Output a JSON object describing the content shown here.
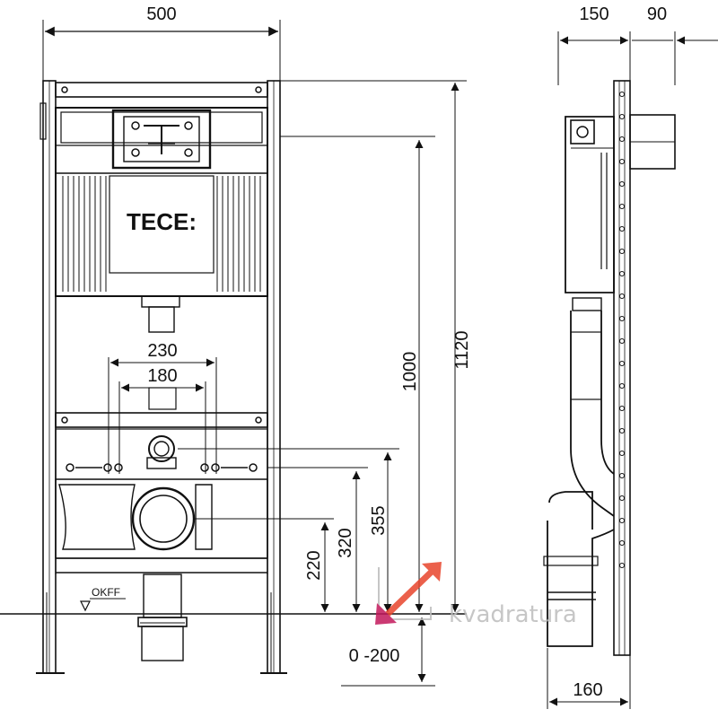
{
  "brand": {
    "name": "TECE:"
  },
  "dimensions": {
    "frame_width": "500",
    "side_depth_150": "150",
    "side_depth_90": "90",
    "side_bottom_160": "160",
    "height_1120": "1120",
    "height_1000": "1000",
    "height_355": "355",
    "height_320": "320",
    "height_220": "220",
    "adjust_range": "0 -200",
    "spacing_230": "230",
    "spacing_180": "180"
  },
  "floor_label": "OKFF",
  "watermark": {
    "text": "kvadratura"
  },
  "colors": {
    "line": "#111111",
    "watermark_red": "#e8452c",
    "watermark_magenta": "#c2185b",
    "watermark_text": "#bdbdbd"
  }
}
